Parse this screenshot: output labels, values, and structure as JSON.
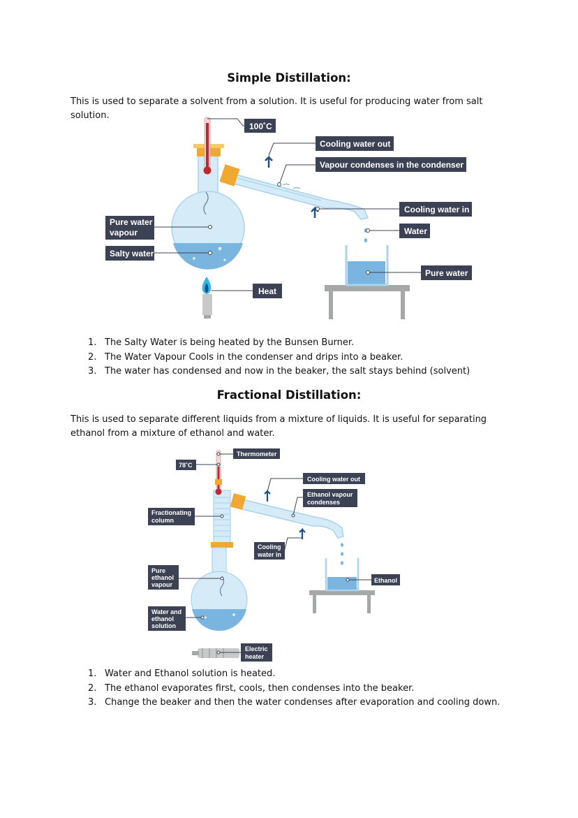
{
  "sections": [
    {
      "title": "Simple Distillation:",
      "intro": "This is used to separate a solvent from a solution. It is useful for producing water from salt solution.",
      "diagram_labels": {
        "temp": "100˚C",
        "cooling_out": "Cooling water out",
        "vapour_condenses": "Vapour condenses in the condenser",
        "cooling_in": "Cooling water in",
        "water": "Water",
        "pure_water": "Pure water",
        "pure_vapour_1": "Pure water",
        "pure_vapour_2": "vapour",
        "salty_water": "Salty water",
        "heat": "Heat"
      },
      "steps": [
        {
          "num": "1.",
          "text": "The Salty Water is being heated by the Bunsen Burner."
        },
        {
          "num": "2.",
          "text": "The Water Vapour Cools in the condenser and drips into a beaker."
        },
        {
          "num": "3.",
          "text": "The water has condensed and now in the beaker, the salt stays behind (solvent)"
        }
      ]
    },
    {
      "title": "Fractional Distillation:",
      "intro": "This is used to separate different liquids from a mixture of liquids. It is useful for separating ethanol from a mixture of ethanol and water.",
      "diagram_labels": {
        "thermometer": "Thermometer",
        "temp": "78˚C",
        "cooling_out": "Cooling water out",
        "ethanol_vapour_1": "Ethanol vapour",
        "ethanol_vapour_2": "condenses",
        "fractionating_1": "Fractionating",
        "fractionating_2": "column",
        "cooling_in_1": "Cooling",
        "cooling_in_2": "water in",
        "pure_ethanol_1": "Pure",
        "pure_ethanol_2": "ethanol",
        "pure_ethanol_3": "vapour",
        "ethanol": "Ethanol",
        "water_ethanol_1": "Water and",
        "water_ethanol_2": "ethanol",
        "water_ethanol_3": "solution",
        "heater_1": "Electric",
        "heater_2": "heater"
      },
      "steps": [
        {
          "num": "1.",
          "text": "Water and Ethanol solution is heated."
        },
        {
          "num": "2.",
          "text": "The ethanol evaporates first, cools, then condenses into the beaker."
        },
        {
          "num": "3.",
          "text": "Change the beaker and then the water condenses after evaporation and cooling down."
        }
      ]
    }
  ],
  "colors": {
    "label_box": "#3c4154",
    "glass": "#d5ebf7",
    "glass_outline": "#a9d2ec",
    "liquid": "#7ab5df",
    "thermo_red": "#c0282f",
    "stand": "#a5a8a7",
    "flame": "#39b6e8",
    "arrow": "#1f4e8c",
    "stopper": "#f0a830"
  }
}
